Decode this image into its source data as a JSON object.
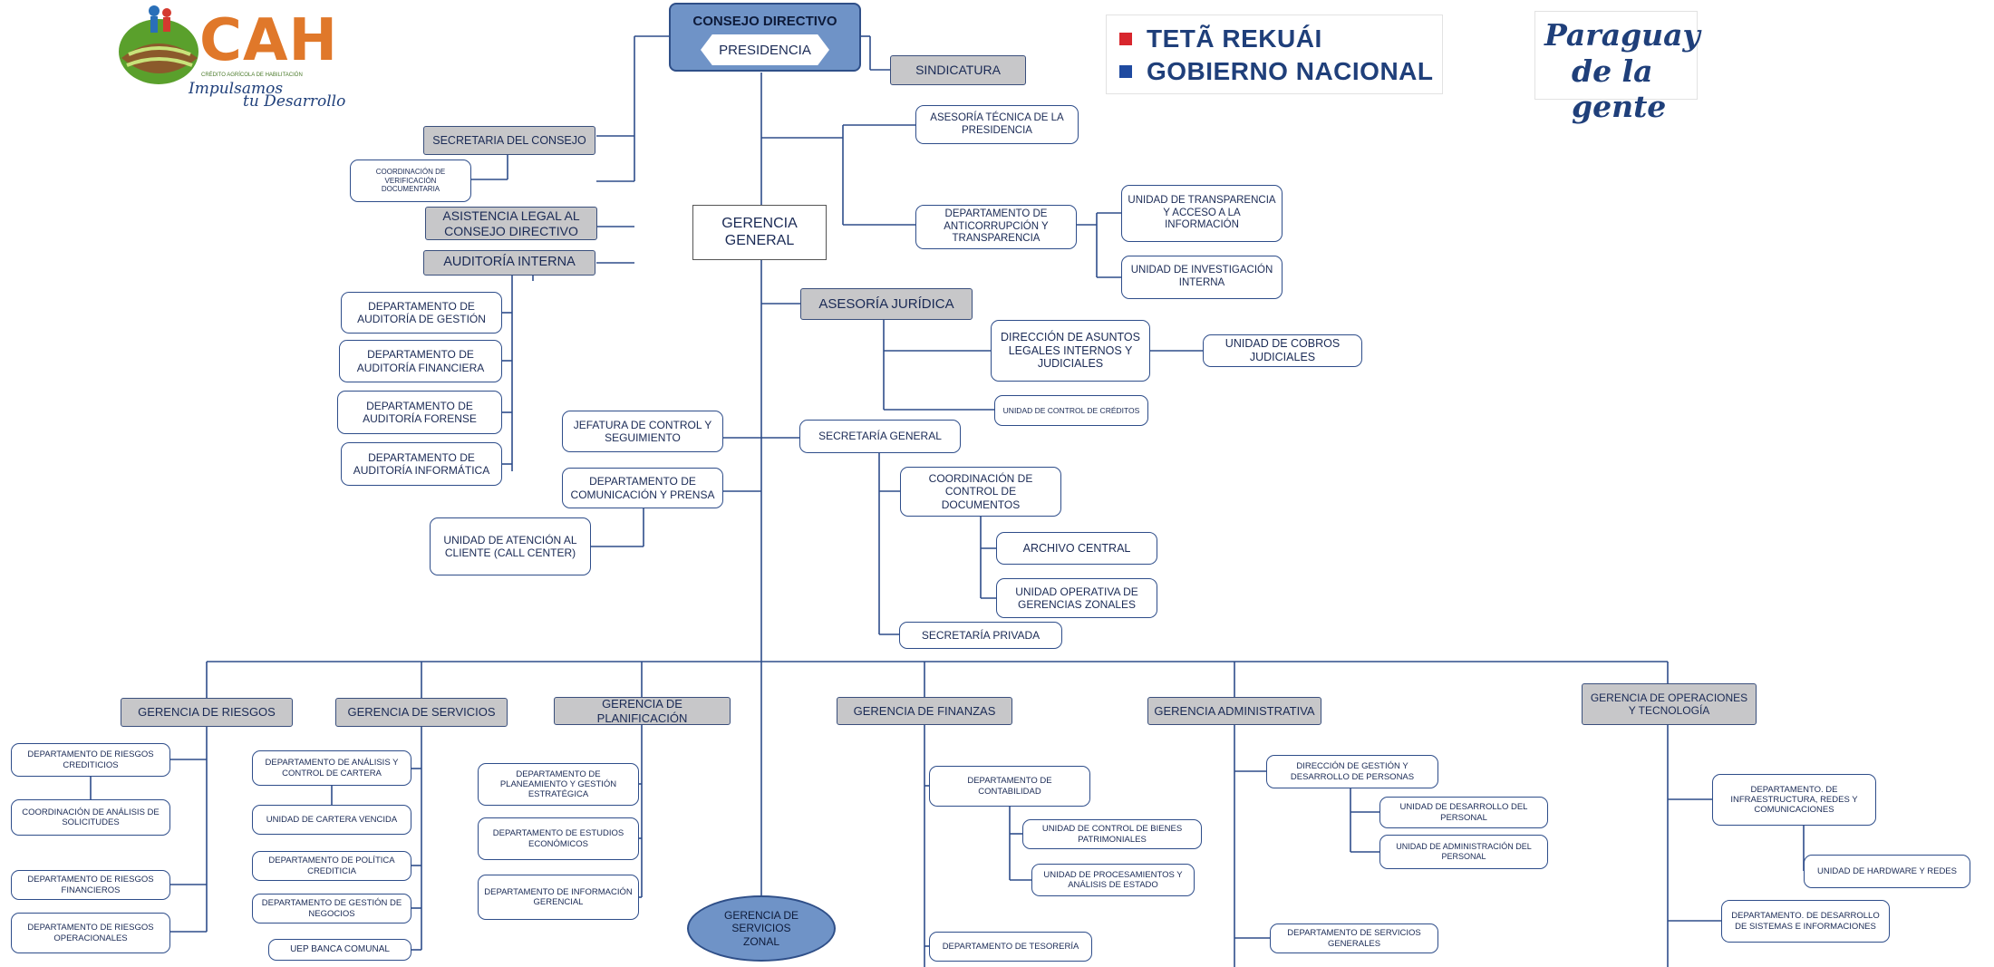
{
  "logos": {
    "cah": {
      "name": "CAH",
      "small_text": "CRÉDITO AGRÍCOLA DE HABILITACIÓN",
      "slogan_1": "Impulsamos",
      "slogan_2": "tu Desarrollo"
    },
    "gov": {
      "line1": "TETÃ REKUÁI",
      "line2": "GOBIERNO NACIONAL"
    },
    "paraguay": {
      "line1": "Paraguay",
      "line2": "de la gente"
    }
  },
  "colors": {
    "line": "#2e4d8a",
    "top_box": "#6f93c7",
    "grey_box": "#c7c7c9",
    "white_box": "#ffffff",
    "accent_red": "#d8262d",
    "accent_blue": "#1f4aa0"
  },
  "top": {
    "consejo": "CONSEJO DIRECTIVO",
    "presidencia": "PRESIDENCIA"
  },
  "units": {
    "sindicatura": "SINDICATURA",
    "secretaria_consejo": "SECRETARIA DEL CONSEJO",
    "coord_verificacion": "COORDINACIÓN DE VERIFICACIÓN DOCUMENTARIA",
    "asistencia_legal": "ASISTENCIA LEGAL AL CONSEJO DIRECTIVO",
    "auditoria_interna": "AUDITORÍA INTERNA",
    "aud_gestion": "DEPARTAMENTO DE AUDITORÍA DE GESTIÓN",
    "aud_financiera": "DEPARTAMENTO DE AUDITORÍA FINANCIERA",
    "aud_forense": "DEPARTAMENTO DE AUDITORÍA FORENSE",
    "aud_informatica": "DEPARTAMENTO DE AUDITORÍA INFORMÁTICA",
    "asesoria_tecnica": "ASESORÍA TÉCNICA DE LA PRESIDENCIA",
    "gerencia_general": "GERENCIA GENERAL",
    "anticorrupcion": "DEPARTAMENTO DE ANTICORRUPCIÓN Y TRANSPARENCIA",
    "transparencia": "UNIDAD DE TRANSPARENCIA Y ACCESO A LA INFORMACIÓN",
    "investigacion": "UNIDAD DE INVESTIGACIÓN INTERNA",
    "asesoria_juridica": "ASESORÍA JURÍDICA",
    "asuntos_legales": "DIRECCIÓN DE ASUNTOS LEGALES INTERNOS Y JUDICIALES",
    "cobros_judiciales": "UNIDAD DE COBROS JUDICIALES",
    "control_creditos": "UNIDAD DE CONTROL DE CRÉDITOS",
    "jefatura_control": "JEFATURA DE CONTROL Y SEGUIMIENTO",
    "secretaria_general": "SECRETARÍA GENERAL",
    "comunicacion": "DEPARTAMENTO DE COMUNICACIÓN Y PRENSA",
    "atencion_cliente": "UNIDAD DE ATENCIÓN AL CLIENTE (CALL CENTER)",
    "coord_documentos": "COORDINACIÓN DE CONTROL DE DOCUMENTOS",
    "archivo_central": "ARCHIVO CENTRAL",
    "unidad_operativa": "UNIDAD OPERATIVA DE GERENCIAS ZONALES",
    "secretaria_privada": "SECRETARÍA PRIVADA",
    "ger_riesgos": "GERENCIA DE RIESGOS",
    "riesgos_crediticios": "DEPARTAMENTO DE RIESGOS CREDITICIOS",
    "coord_analisis": "COORDINACIÓN DE ANÁLISIS DE SOLICITUDES",
    "riesgos_financieros": "DEPARTAMENTO DE RIESGOS FINANCIEROS",
    "riesgos_operacionales": "DEPARTAMENTO DE RIESGOS OPERACIONALES",
    "ger_servicios": "GERENCIA DE SERVICIOS",
    "analisis_cartera": "DEPARTAMENTO DE ANÁLISIS Y CONTROL DE CARTERA",
    "cartera_vencida": "UNIDAD DE CARTERA VENCIDA",
    "politica_crediticia": "DEPARTAMENTO DE POLÍTICA CREDITICIA",
    "gestion_negocios": "DEPARTAMENTO DE GESTIÓN DE NEGOCIOS",
    "uep_banca": "UEP BANCA COMUNAL",
    "ger_planificacion": "GERENCIA DE PLANIFICACIÓN",
    "planeamiento": "DEPARTAMENTO DE PLANEAMIENTO Y GESTIÓN ESTRATÉGICA",
    "estudios_economicos": "DEPARTAMENTO DE ESTUDIOS ECONÓMICOS",
    "informacion_gerencial": "DEPARTAMENTO DE INFORMACIÓN GERENCIAL",
    "servicios_zonal": "GERENCIA DE SERVICIOS ZONAL",
    "ger_finanzas": "GERENCIA DE FINANZAS",
    "contabilidad": "DEPARTAMENTO DE CONTABILIDAD",
    "bienes_patrimoniales": "UNIDAD DE CONTROL DE BIENES PATRIMONIALES",
    "procesamientos": "UNIDAD DE PROCESAMIENTOS Y ANÁLISIS DE ESTADO",
    "tesoreria": "DEPARTAMENTO DE TESORERÍA",
    "ger_administrativa": "GERENCIA ADMINISTRATIVA",
    "gestion_personas": "DIRECCIÓN DE GESTIÓN Y DESARROLLO DE PERSONAS",
    "desarrollo_personal": "UNIDAD DE DESARROLLO DEL PERSONAL",
    "administracion_personal": "UNIDAD DE ADMINISTRACIÓN DEL PERSONAL",
    "servicios_generales": "DEPARTAMENTO DE SERVICIOS GENERALES",
    "ger_operaciones": "GERENCIA DE OPERACIONES Y TECNOLOGÍA",
    "infraestructura": "DEPARTAMENTO. DE INFRAESTRUCTURA, REDES Y COMUNICACIONES",
    "hardware": "UNIDAD DE HARDWARE Y REDES",
    "desarrollo_sistemas": "DEPARTAMENTO. DE DESARROLLO DE SISTEMAS E INFORMACIONES"
  }
}
